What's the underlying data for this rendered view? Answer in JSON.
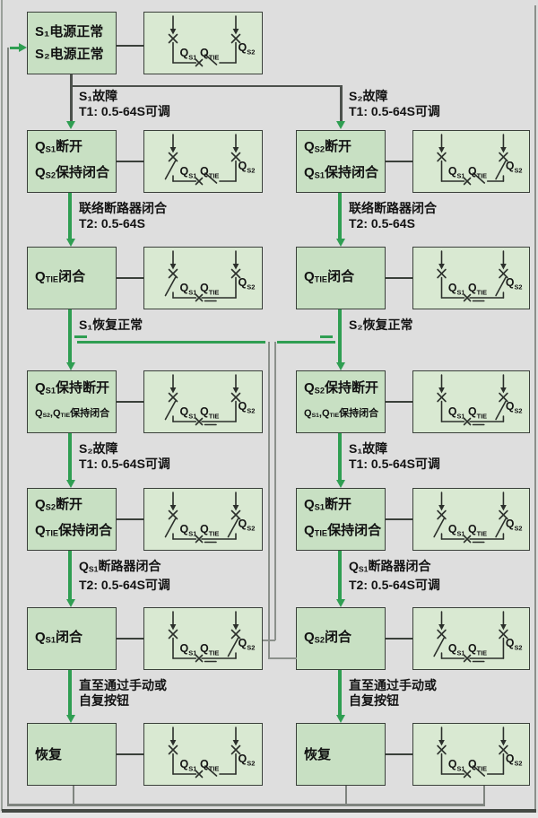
{
  "colors": {
    "background": "#dedede",
    "state_box_fill": "#c8e0c3",
    "circuit_box_fill": "#d9e9d2",
    "box_border": "#3a403a",
    "green": "#2f9e52",
    "green_center": "#f3f7f3",
    "gray_connector": "#3a403a",
    "gray_branch": "#4c514c",
    "gray_loop": "#7f847f",
    "gray_pair": "#8b908b",
    "frame_dark": "#454a45",
    "frame_light": "#9aa09a",
    "circuit_stroke": "#2b2f2b",
    "text": "#121212"
  },
  "circuit_labels": {
    "qs1_main": "Q",
    "qs1_sub": "S1",
    "qtie_main": "Q",
    "qtie_sub": "TIE",
    "qs2_main": "Q",
    "qs2_sub": "S2"
  },
  "start_node": {
    "lines": [
      "S₁电源正常",
      "S₂电源正常"
    ],
    "circuit": {
      "qs1": "closed",
      "qtie": "open",
      "qs2": "closed"
    }
  },
  "columns": {
    "left": {
      "transitions": [
        [
          "S₁故障",
          "T1: 0.5-64S可调"
        ],
        [
          "联络断路器闭合",
          "T2: 0.5-64S"
        ],
        [
          "S₁恢复正常"
        ],
        [
          "S₂故障",
          "T1: 0.5-64S可调"
        ],
        [
          "Q~S1~断路器闭合",
          "T2: 0.5-64S可调"
        ],
        [
          "直至通过手动或",
          "自复按钮"
        ]
      ],
      "nodes": [
        {
          "lines": [
            "Q~S1~断开",
            "Q~S2~保持闭合"
          ],
          "circuit": {
            "qs1": "open",
            "qtie": "open",
            "qs2": "closed"
          }
        },
        {
          "lines": [
            "Q~TIE~闭合"
          ],
          "circuit": {
            "qs1": "open",
            "qtie": "closed",
            "qs2": "closed"
          }
        },
        {
          "lines": [
            "Q~S1~保持断开",
            "Q~S2~,Q~TIE~保持闭合"
          ],
          "circuit": {
            "qs1": "open",
            "qtie": "closed",
            "qs2": "closed"
          }
        },
        {
          "lines": [
            "Q~S2~断开",
            "Q~TIE~保持闭合"
          ],
          "circuit": {
            "qs1": "open",
            "qtie": "closed",
            "qs2": "open"
          }
        },
        {
          "lines": [
            "Q~S1~闭合"
          ],
          "circuit": {
            "qs1": "closed",
            "qtie": "closed",
            "qs2": "open"
          }
        },
        {
          "lines": [
            "恢复"
          ],
          "circuit": {
            "qs1": "closed",
            "qtie": "open",
            "qs2": "closed"
          }
        }
      ]
    },
    "right": {
      "transitions": [
        [
          "S₂故障",
          "T1: 0.5-64S可调"
        ],
        [
          "联络断路器闭合",
          "T2: 0.5-64S"
        ],
        [
          "S₂恢复正常"
        ],
        [
          "S₁故障",
          "T1: 0.5-64S可调"
        ],
        [
          "Q~S1~断路器闭合",
          "T2: 0.5-64S可调"
        ],
        [
          "直至通过手动或",
          "自复按钮"
        ]
      ],
      "nodes": [
        {
          "lines": [
            "Q~S2~断开",
            "Q~S1~保持闭合"
          ],
          "circuit": {
            "qs1": "closed",
            "qtie": "open",
            "qs2": "open"
          }
        },
        {
          "lines": [
            "Q~TIE~闭合"
          ],
          "circuit": {
            "qs1": "closed",
            "qtie": "closed",
            "qs2": "open"
          }
        },
        {
          "lines": [
            "Q~S2~保持断开",
            "Q~S1~,Q~TIE~保持闭合"
          ],
          "circuit": {
            "qs1": "closed",
            "qtie": "closed",
            "qs2": "open"
          }
        },
        {
          "lines": [
            "Q~S1~断开",
            "Q~TIE~保持闭合"
          ],
          "circuit": {
            "qs1": "open",
            "qtie": "closed",
            "qs2": "open"
          }
        },
        {
          "lines": [
            "Q~S2~闭合"
          ],
          "circuit": {
            "qs1": "open",
            "qtie": "closed",
            "qs2": "closed"
          }
        },
        {
          "lines": [
            "恢复"
          ],
          "circuit": {
            "qs1": "closed",
            "qtie": "open",
            "qs2": "closed"
          }
        }
      ]
    }
  }
}
